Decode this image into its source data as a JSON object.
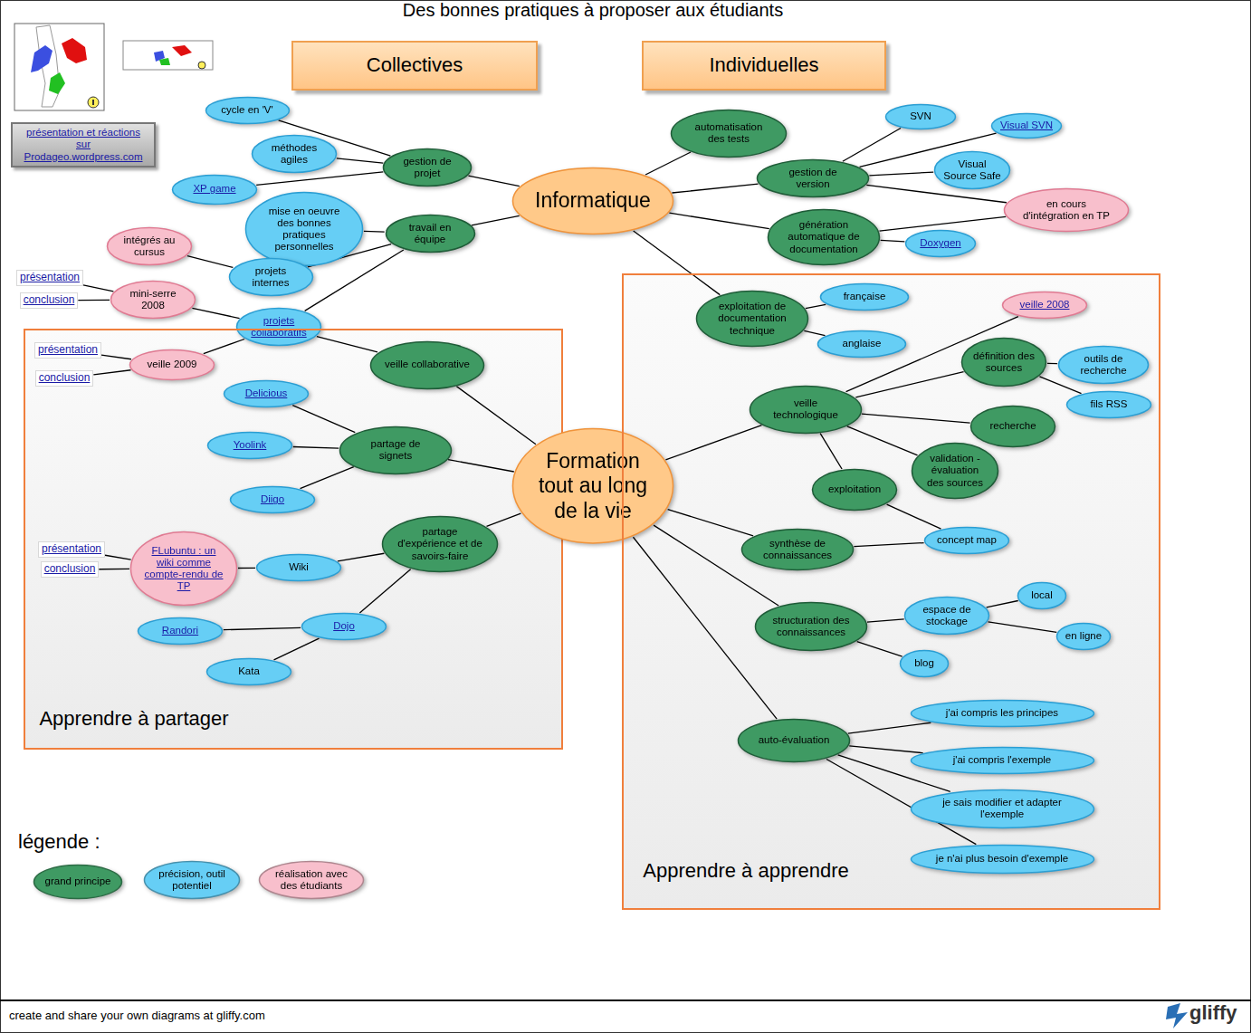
{
  "diagram": {
    "title": "Des bonnes pratiques à proposer aux étudiants",
    "nodes": [
      {
        "text": [
          "Collectives"
        ]
      },
      {
        "text": [
          "Individuelles"
        ]
      },
      {
        "text": [
          "présentation et réactions sur Prodageo.wordpress.com"
        ]
      },
      {
        "text": [
          "Informatique"
        ]
      },
      {
        "text": [
          "gestion de projet"
        ]
      },
      {
        "text": [
          "cycle en 'V'"
        ]
      },
      {
        "text": [
          "méthodes agiles"
        ]
      },
      {
        "text": [
          "XP game"
        ]
      },
      {
        "text": [
          "travail en équipe"
        ]
      },
      {
        "text": [
          "mise en oeuvre des bonnes pratiques personnelles"
        ]
      },
      {
        "text": [
          "intégrés au cursus"
        ]
      },
      {
        "text": [
          "projets internes"
        ]
      },
      {
        "text": [
          "présentation"
        ]
      },
      {
        "text": [
          "conclusion"
        ]
      },
      {
        "text": [
          "mini-serre 2008"
        ]
      },
      {
        "text": [
          "projets collaboratifs"
        ]
      },
      {
        "text": [
          "Apprendre à partager"
        ]
      },
      {
        "text": [
          "présentation"
        ],
        "in": 16
      },
      {
        "text": [
          "conclusion"
        ],
        "in": 16
      },
      {
        "text": [
          "veille 2009"
        ],
        "in": 16
      },
      {
        "text": [
          "veille collaborative"
        ],
        "in": 16
      },
      {
        "text": [
          "Delicious"
        ],
        "in": 16
      },
      {
        "text": [
          "partage de signets"
        ],
        "in": 16
      },
      {
        "text": [
          "Yoolink"
        ],
        "in": 16
      },
      {
        "text": [
          "Diigo"
        ],
        "in": 16
      },
      {
        "text": [
          "présentation"
        ],
        "in": 16
      },
      {
        "text": [
          "conclusion"
        ],
        "in": 16
      },
      {
        "text": [
          "FLubuntu : un wiki comme compte-rendu de TP"
        ],
        "in": 16
      },
      {
        "text": [
          "Wiki"
        ],
        "in": 16
      },
      {
        "text": [
          "partage d'expérience et de savoirs-faire"
        ],
        "in": 16
      },
      {
        "text": [
          "Randori"
        ],
        "in": 16
      },
      {
        "text": [
          "Dojo"
        ],
        "in": 16
      },
      {
        "text": [
          "Kata"
        ],
        "in": 16
      },
      {
        "text": [
          "Formation tout au long de la vie"
        ]
      },
      {
        "text": [
          "automatisation des tests"
        ]
      },
      {
        "text": [
          "SVN"
        ]
      },
      {
        "text": [
          "Visual SVN"
        ]
      },
      {
        "text": [
          "gestion de version"
        ]
      },
      {
        "text": [
          "Visual Source Safe"
        ]
      },
      {
        "text": [
          "en cours d'intégration en TP"
        ]
      },
      {
        "text": [
          "génération automatique de documentation"
        ]
      },
      {
        "text": [
          "Doxygen"
        ]
      },
      {
        "text": [
          "Apprendre à apprendre"
        ]
      },
      {
        "text": [
          "exploitation de documentation technique"
        ],
        "in": 42
      },
      {
        "text": [
          "française"
        ],
        "in": 42
      },
      {
        "text": [
          "anglaise"
        ],
        "in": 42
      },
      {
        "text": [
          "veille 2008"
        ],
        "in": 42
      },
      {
        "text": [
          "définition des sources"
        ],
        "in": 42
      },
      {
        "text": [
          "outils de recherche"
        ],
        "in": 42
      },
      {
        "text": [
          "fils RSS"
        ],
        "in": 42
      },
      {
        "text": [
          "veille technologique"
        ],
        "in": 42
      },
      {
        "text": [
          "recherche"
        ],
        "in": 42
      },
      {
        "text": [
          "validation - évaluation des sources"
        ],
        "in": 42
      },
      {
        "text": [
          "exploitation"
        ],
        "in": 42
      },
      {
        "text": [
          "synthèse de connaissances"
        ],
        "in": 42
      },
      {
        "text": [
          "concept map"
        ],
        "in": 42
      },
      {
        "text": [
          "structuration des connaissances"
        ],
        "in": 42
      },
      {
        "text": [
          "espace de stockage"
        ],
        "in": 42
      },
      {
        "text": [
          "local"
        ],
        "in": 42
      },
      {
        "text": [
          "en ligne"
        ],
        "in": 42
      },
      {
        "text": [
          "blog"
        ],
        "in": 42
      },
      {
        "text": [
          "auto-évaluation"
        ],
        "in": 42
      },
      {
        "text": [
          "j'ai compris les principes"
        ],
        "in": 42
      },
      {
        "text": [
          "j'ai compris l'exemple"
        ],
        "in": 42
      },
      {
        "text": [
          "je sais modifier et adapter l'exemple"
        ],
        "in": 42
      },
      {
        "text": [
          "je n'ai plus besoin d'exemple"
        ],
        "in": 42
      }
    ],
    "edges": [
      {
        "from": 3,
        "to": 4,
        "arrow": "none"
      },
      {
        "from": 3,
        "to": 8,
        "arrow": "none"
      },
      {
        "from": 4,
        "to": 5,
        "arrow": "none"
      },
      {
        "from": 4,
        "to": 6,
        "arrow": "none"
      },
      {
        "from": 4,
        "to": 7,
        "arrow": "none"
      },
      {
        "from": 8,
        "to": 9,
        "arrow": "none"
      },
      {
        "from": 8,
        "to": 11,
        "arrow": "none"
      },
      {
        "from": 8,
        "to": 15,
        "arrow": "none"
      },
      {
        "from": 11,
        "to": 10,
        "arrow": "none"
      },
      {
        "from": 15,
        "to": 14,
        "arrow": "none"
      },
      {
        "from": 14,
        "to": 12,
        "arrow": "none"
      },
      {
        "from": 14,
        "to": 13,
        "arrow": "none"
      },
      {
        "from": 15,
        "to": 19,
        "arrow": "none"
      },
      {
        "from": 19,
        "to": 17,
        "arrow": "none"
      },
      {
        "from": 19,
        "to": 18,
        "arrow": "none"
      },
      {
        "from": 15,
        "to": 20,
        "arrow": "none"
      },
      {
        "from": 33,
        "to": 20,
        "arrow": "none"
      },
      {
        "from": 33,
        "to": 22,
        "arrow": "none"
      },
      {
        "from": 33,
        "to": 29,
        "arrow": "none"
      },
      {
        "from": 22,
        "to": 21,
        "arrow": "none"
      },
      {
        "from": 22,
        "to": 23,
        "arrow": "none"
      },
      {
        "from": 22,
        "to": 24,
        "arrow": "none"
      },
      {
        "from": 29,
        "to": 28,
        "arrow": "none"
      },
      {
        "from": 29,
        "to": 31,
        "arrow": "none"
      },
      {
        "from": 28,
        "to": 27,
        "arrow": "none"
      },
      {
        "from": 27,
        "to": 25,
        "arrow": "none"
      },
      {
        "from": 27,
        "to": 26,
        "arrow": "none"
      },
      {
        "from": 31,
        "to": 30,
        "arrow": "none"
      },
      {
        "from": 31,
        "to": 32,
        "arrow": "none"
      },
      {
        "from": 3,
        "to": 34,
        "arrow": "none"
      },
      {
        "from": 3,
        "to": 37,
        "arrow": "none"
      },
      {
        "from": 3,
        "to": 40,
        "arrow": "none"
      },
      {
        "from": 3,
        "to": 43,
        "arrow": "none"
      },
      {
        "from": 37,
        "to": 35,
        "arrow": "none"
      },
      {
        "from": 37,
        "to": 36,
        "arrow": "none"
      },
      {
        "from": 37,
        "to": 38,
        "arrow": "none"
      },
      {
        "from": 37,
        "to": 39,
        "arrow": "none"
      },
      {
        "from": 40,
        "to": 39,
        "arrow": "none"
      },
      {
        "from": 40,
        "to": 41,
        "arrow": "none"
      },
      {
        "from": 43,
        "to": 44,
        "arrow": "none"
      },
      {
        "from": 43,
        "to": 45,
        "arrow": "none"
      },
      {
        "from": 33,
        "to": 50,
        "arrow": "none"
      },
      {
        "from": 33,
        "to": 54,
        "arrow": "none"
      },
      {
        "from": 33,
        "to": 56,
        "arrow": "none"
      },
      {
        "from": 33,
        "to": 61,
        "arrow": "none"
      },
      {
        "from": 50,
        "to": 46,
        "arrow": "none"
      },
      {
        "from": 50,
        "to": 47,
        "arrow": "none"
      },
      {
        "from": 50,
        "to": 51,
        "arrow": "none"
      },
      {
        "from": 50,
        "to": 52,
        "arrow": "none"
      },
      {
        "from": 50,
        "to": 53,
        "arrow": "none"
      },
      {
        "from": 47,
        "to": 48,
        "arrow": "none"
      },
      {
        "from": 47,
        "to": 49,
        "arrow": "none"
      },
      {
        "from": 53,
        "to": 55,
        "arrow": "none"
      },
      {
        "from": 54,
        "to": 55,
        "arrow": "none"
      },
      {
        "from": 56,
        "to": 57,
        "arrow": "none"
      },
      {
        "from": 56,
        "to": 60,
        "arrow": "none"
      },
      {
        "from": 57,
        "to": 58,
        "arrow": "none"
      },
      {
        "from": 57,
        "to": 59,
        "arrow": "none"
      },
      {
        "from": 61,
        "to": 62,
        "arrow": "none"
      },
      {
        "from": 61,
        "to": 63,
        "arrow": "none"
      },
      {
        "from": 61,
        "to": 64,
        "arrow": "none"
      },
      {
        "from": 61,
        "to": 65,
        "arrow": "none"
      }
    ],
    "labels": [
      "légende :",
      "create and share your own diagrams at gliffy.com",
      "gliffy"
    ],
    "legend": [
      {
        "text": "grand principe",
        "color": "#3f9a63"
      },
      {
        "text": "précision, outil potentiel",
        "color": "#66cef5"
      },
      {
        "text": "réalisation avec des étudiants",
        "color": "#f8bfcc"
      }
    ]
  }
}
